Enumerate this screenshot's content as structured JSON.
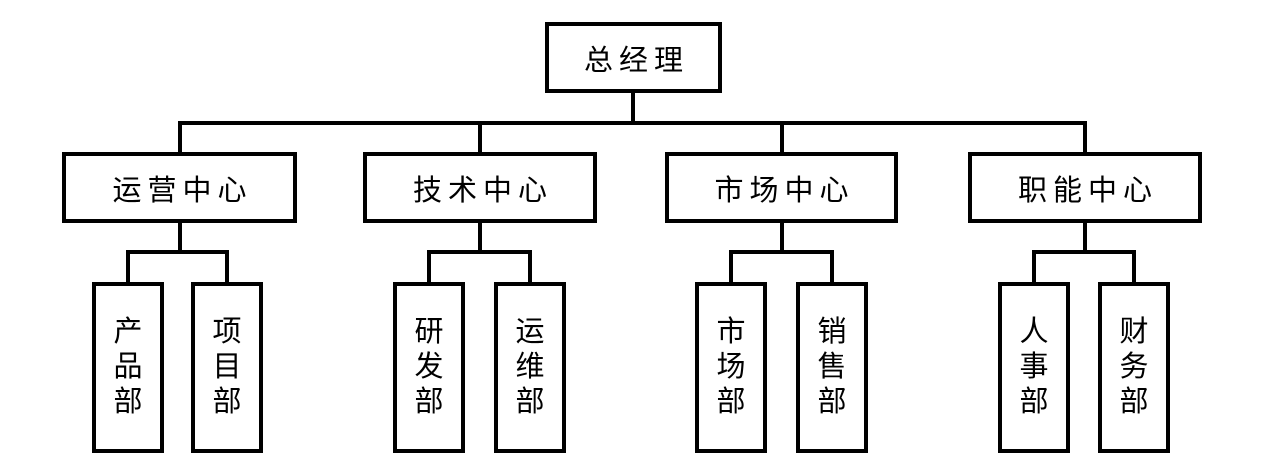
{
  "org": {
    "root": {
      "label": "总经理"
    },
    "groups": [
      {
        "label": "运营中心",
        "children": [
          {
            "label": "产品部"
          },
          {
            "label": "项目部"
          }
        ]
      },
      {
        "label": "技术中心",
        "children": [
          {
            "label": "研发部"
          },
          {
            "label": "运维部"
          }
        ]
      },
      {
        "label": "市场中心",
        "children": [
          {
            "label": "市场部"
          },
          {
            "label": "销售部"
          }
        ]
      },
      {
        "label": "职能中心",
        "children": [
          {
            "label": "人事部"
          },
          {
            "label": "财务部"
          }
        ]
      }
    ],
    "colors": {
      "line": "#000000",
      "background": "#ffffff",
      "text": "#000000"
    }
  }
}
